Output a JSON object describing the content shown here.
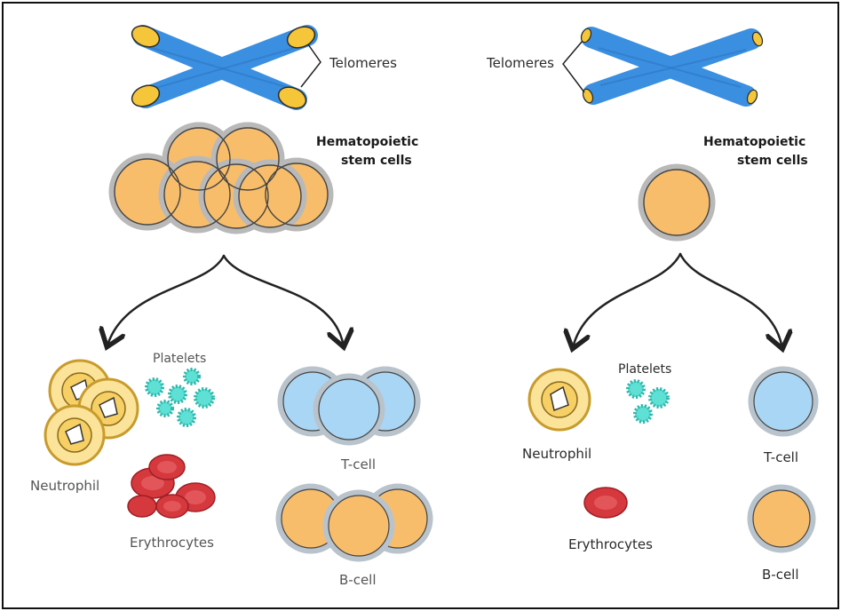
{
  "left": {
    "telomeres_label": "Telomeres",
    "stem_label_line1": "Hematopoietic",
    "stem_label_line2": "stem cells",
    "platelets_label": "Platelets",
    "neutrophil_label": "Neutrophil",
    "erythrocytes_label": "Erythrocytes",
    "tcell_label": "T-cell",
    "bcell_label": "B-cell"
  },
  "right": {
    "telomeres_label": "Telomeres",
    "stem_label_line1": "Hematopoietic",
    "stem_label_line2": "stem cells",
    "platelets_label": "Platelets",
    "neutrophil_label": "Neutrophil",
    "erythrocytes_label": "Erythrocytes",
    "tcell_label": "T-cell",
    "bcell_label": "B-cell"
  },
  "colors": {
    "chromosome": "#3b8fe0",
    "telomere": "#f5c53a",
    "stem_cell_fill": "#f8bd6a",
    "stem_cell_rim": "#b9b9b9",
    "tcell_fill": "#a9d6f5",
    "neutrophil_fill": "#fbe39a",
    "erythrocyte": "#d5383d",
    "platelet": "#5fe0d5"
  }
}
